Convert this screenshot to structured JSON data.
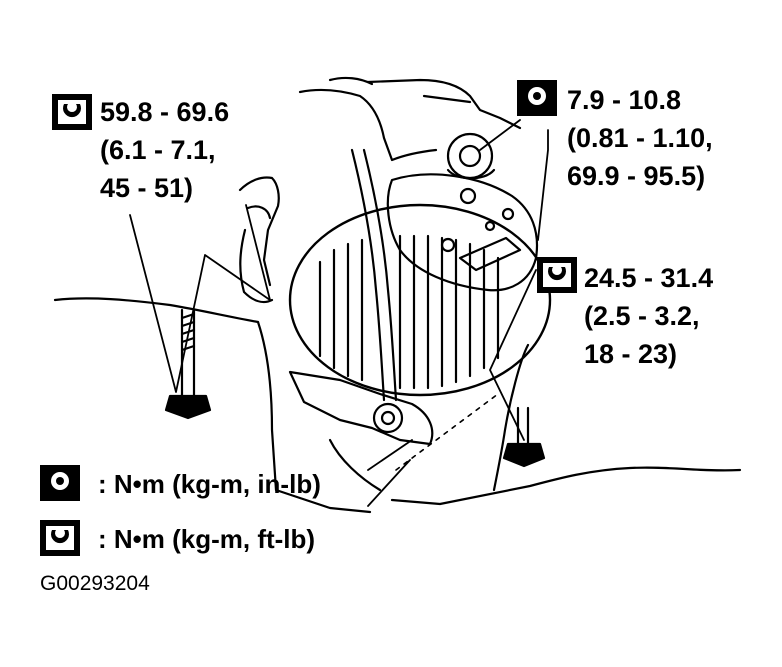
{
  "torque_specs": {
    "upper_left": {
      "line1": "59.8 - 69.6",
      "line2": "(6.1 - 7.1,",
      "line3": "45 - 51)"
    },
    "upper_right": {
      "line1": "7.9 - 10.8",
      "line2": "(0.81 - 1.10,",
      "line3": "69.9 - 95.5)"
    },
    "right": {
      "line1": "24.5 - 31.4",
      "line2": "(2.5 - 3.2,",
      "line3": "18 - 23)"
    }
  },
  "legend": {
    "item1": ": N•m (kg-m, in-lb)",
    "item2": ": N•m (kg-m, ft-lb)"
  },
  "figure_code": "G00293204",
  "icons": {
    "in_lb": "torque-wrench-socket-icon-filled",
    "ft_lb": "torque-wrench-socket-icon-outline"
  },
  "colors": {
    "ink": "#000000",
    "paper": "#ffffff"
  }
}
